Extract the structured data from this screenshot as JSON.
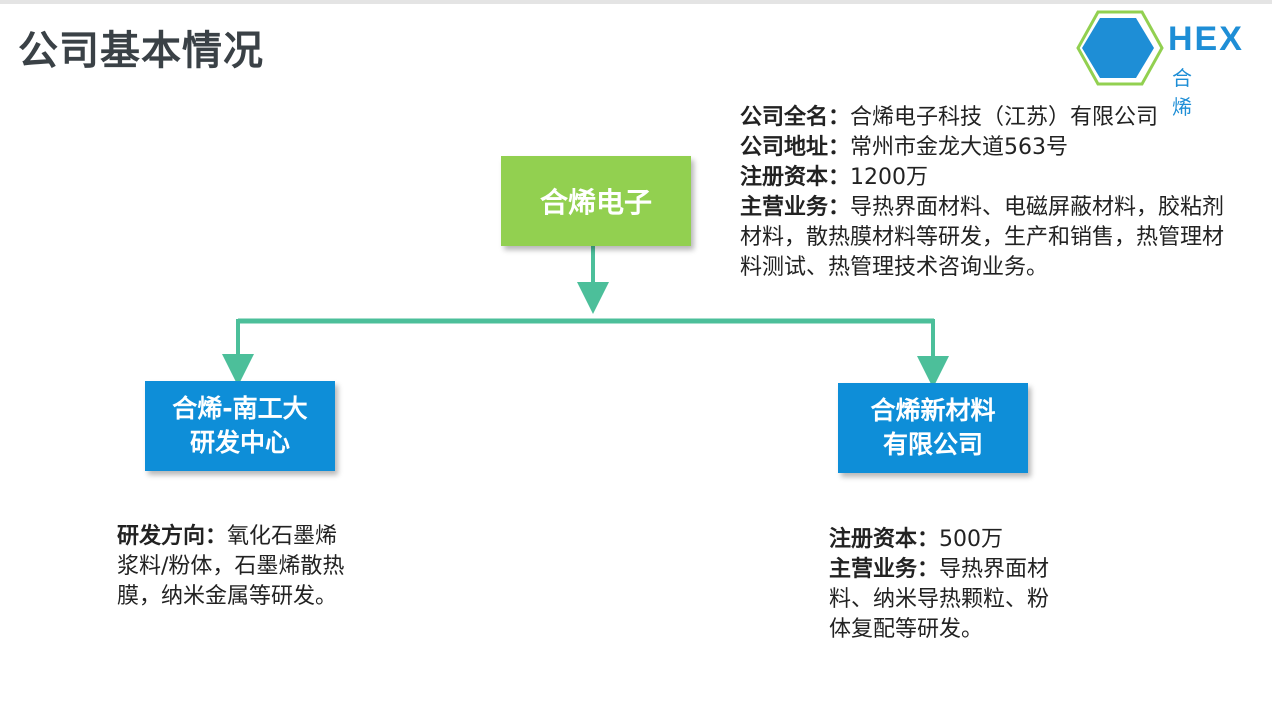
{
  "page": {
    "title": "公司基本情况"
  },
  "logo": {
    "text": "HEX",
    "subtitle": "合 烯",
    "colors": {
      "hex_outer": "#1e8ed6",
      "hex_inner": "#ffffff",
      "accent": "#92d050"
    },
    "icon": "hexagon-icon"
  },
  "main_company": {
    "name": "合烯电子",
    "color": "#92d050",
    "info": {
      "full_name_label": "公司全名：",
      "full_name_value": "合烯电子科技（江苏）有限公司",
      "address_label": "公司地址：",
      "address_value": "常州市金龙大道563号",
      "capital_label": "注册资本：",
      "capital_value": "1200万",
      "business_label": "主营业务：",
      "business_value": "导热界面材料、电磁屏蔽材料，胶粘剂材料，散热膜材料等研发，生产和销售，热管理材料测试、热管理技术咨询业务。"
    }
  },
  "left_branch": {
    "name_line1": "合烯-南工大",
    "name_line2": "研发中心",
    "color": "#0e8ed8",
    "info": {
      "direction_label": "研发方向：",
      "direction_value": "氧化石墨烯浆料/粉体，石墨烯散热膜，纳米金属等研发。"
    }
  },
  "right_branch": {
    "name_line1": "合烯新材料",
    "name_line2": "有限公司",
    "color": "#0e8ed8",
    "info": {
      "capital_label": "注册资本：",
      "capital_value": "500万",
      "business_label": "主营业务：",
      "business_value": "导热界面材料、纳米导热颗粒、粉体复配等研发。"
    }
  },
  "connector_color": "#4cbf9a"
}
